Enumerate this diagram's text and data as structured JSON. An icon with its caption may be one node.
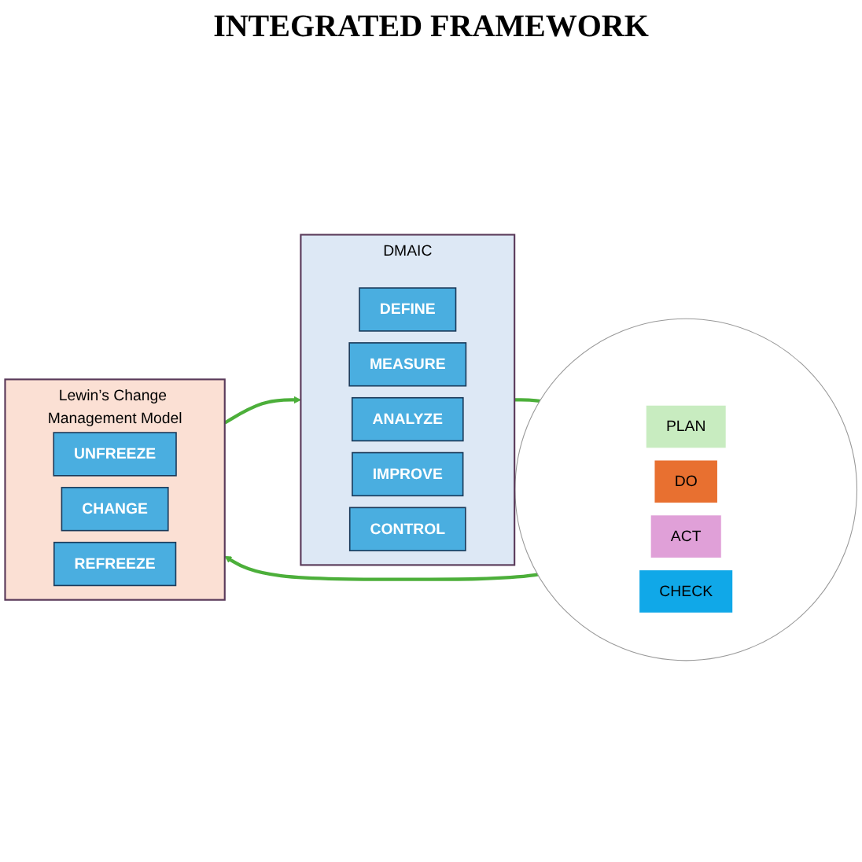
{
  "diagram": {
    "nodes": [
      {
        "text": [
          "DMAIC"
        ]
      },
      {
        "text": [
          "DEFINE"
        ],
        "in": 0
      },
      {
        "text": [
          "MEASURE"
        ],
        "in": 0
      },
      {
        "text": [
          "ANALYZE"
        ],
        "in": 0
      },
      {
        "text": [
          "IMPROVE"
        ],
        "in": 0
      },
      {
        "text": [
          "CONTROL"
        ],
        "in": 0
      },
      {
        "text": [],
        "shape": "circle"
      },
      {
        "text": [
          "PLAN"
        ],
        "in": 6
      },
      {
        "text": [
          "DO"
        ],
        "in": 6
      },
      {
        "text": [
          "ACT"
        ],
        "in": 6
      },
      {
        "text": [
          "CHECK"
        ],
        "in": 6
      },
      {
        "text": [
          "Lewin’s Change Management Model"
        ]
      },
      {
        "text": [
          "UNFREEZE"
        ],
        "in": 11
      },
      {
        "text": [
          "CHANGE"
        ],
        "in": 11
      },
      {
        "text": [
          "REFREEZE"
        ],
        "in": 11
      }
    ],
    "edges": [
      {
        "from": 0,
        "to": 6,
        "arrow": "to"
      },
      {
        "from": 6,
        "to": 11,
        "arrow": "to"
      },
      {
        "from": 11,
        "to": 0,
        "arrow": "to"
      }
    ],
    "labels": [
      "INTEGRATED FRAMEWORK"
    ]
  }
}
